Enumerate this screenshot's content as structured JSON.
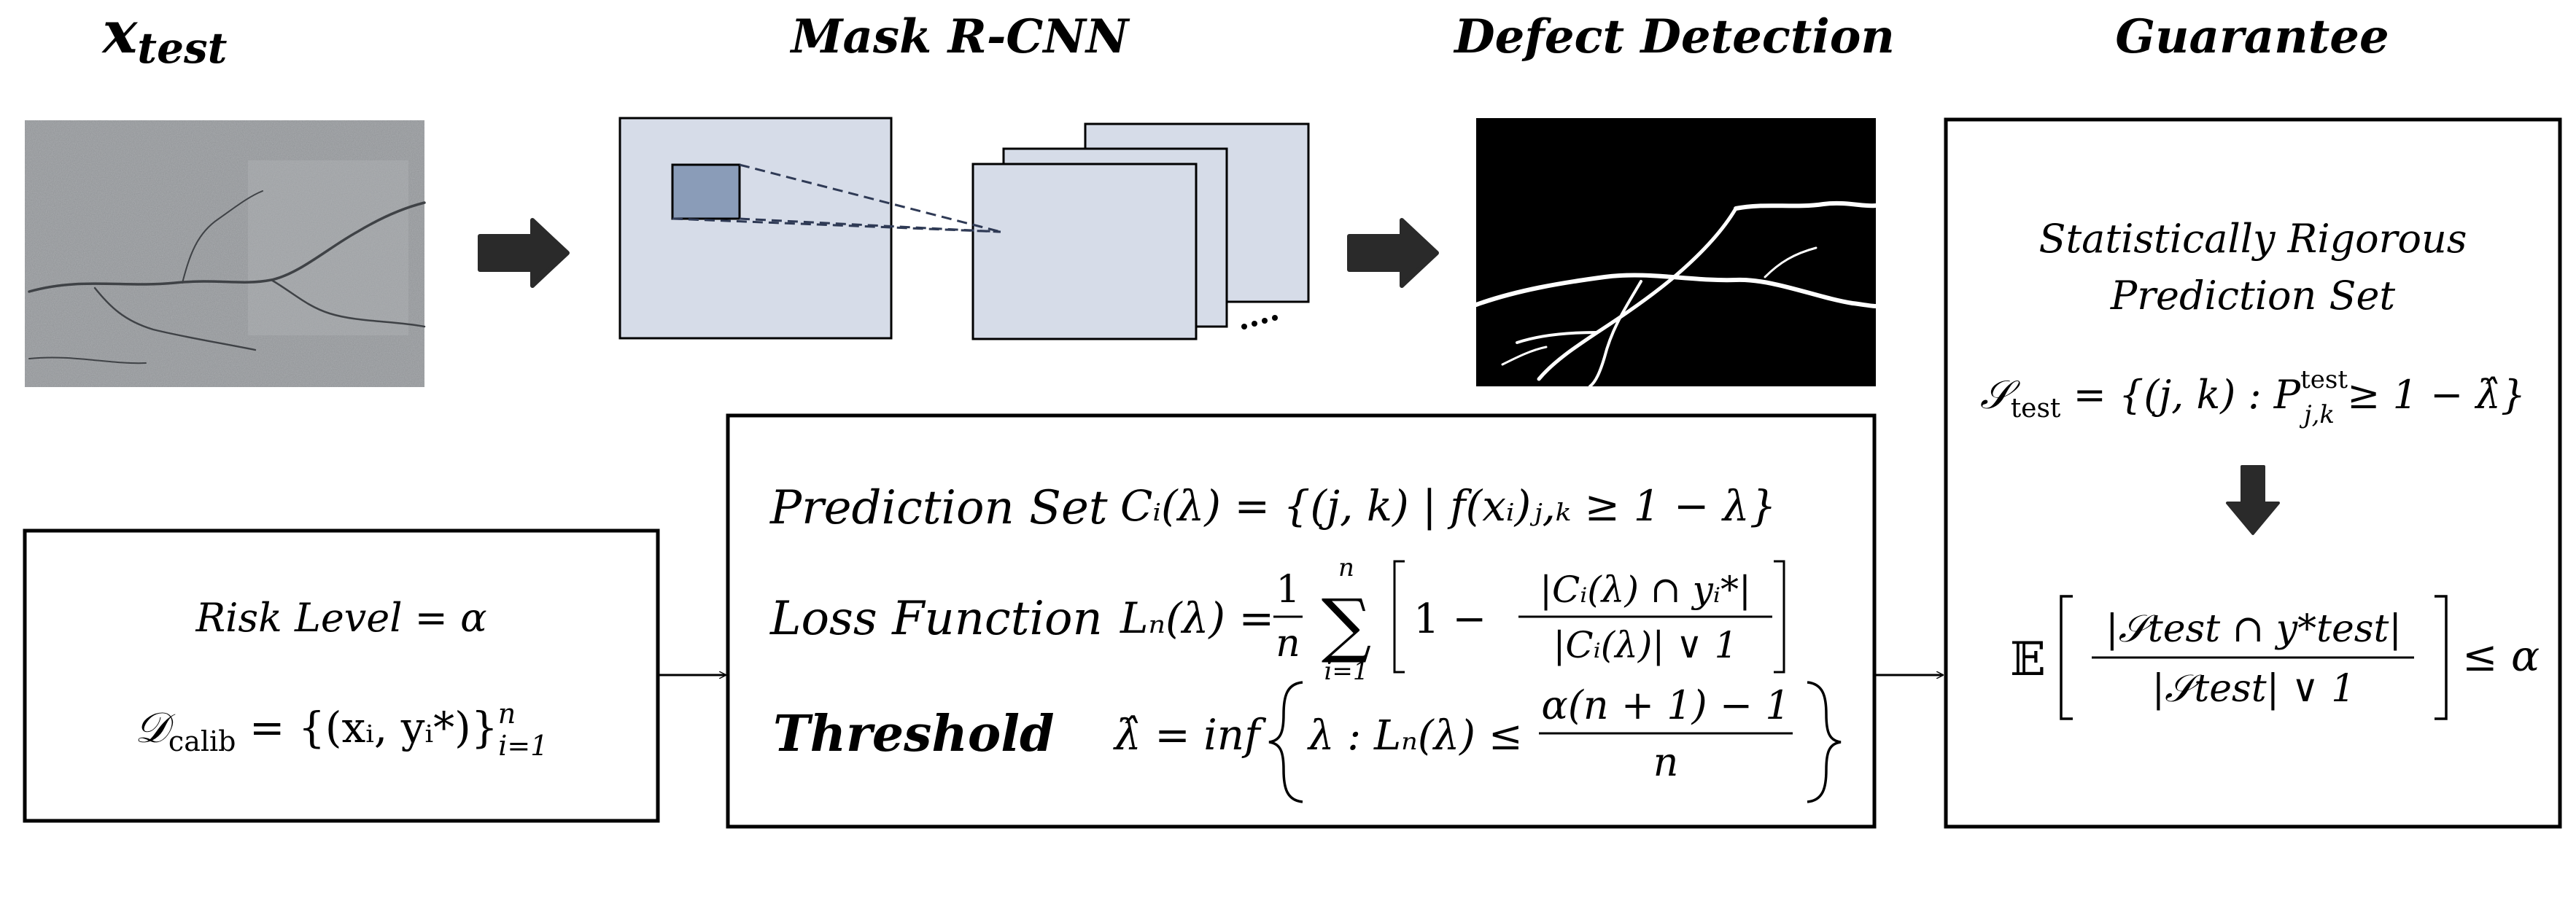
{
  "headers": {
    "input": "x",
    "input_subscript": "test",
    "model": "Mask R-CNN",
    "output": "Defect Detection",
    "guarantee": "Guarantee"
  },
  "calibration": {
    "risk_level": "Risk Level = α",
    "dataset_D": "𝒟",
    "dataset_sub": "calib",
    "dataset_rest": " = {(xᵢ, yᵢ*)}",
    "dataset_sup": "n",
    "dataset_sub2": "i=1"
  },
  "procedure": {
    "prediction_set_label": "Prediction Set",
    "prediction_set_formula": "Cᵢ(λ) = {(j, k) | f(xᵢ)ⱼ,ₖ ≥ 1 − λ}",
    "loss_label": "Loss Function",
    "loss_lhs": "Lₙ(λ) =",
    "loss_frac_num": "1",
    "loss_frac_den": "n",
    "loss_sum": "∑",
    "loss_sum_top": "n",
    "loss_sum_bottom": "i=1",
    "loss_bracket_term": "1 −",
    "loss_num": "|Cᵢ(λ) ∩ yᵢ*|",
    "loss_den": "|Cᵢ(λ)| ∨ 1",
    "threshold_label": "Threshold",
    "threshold_lhs": "λ̂ = inf",
    "threshold_cond": "λ : Lₙ(λ) ≤",
    "threshold_num": "α(n + 1) − 1",
    "threshold_den": "n"
  },
  "guarantee": {
    "title_line1": "Statistically Rigorous",
    "title_line2": "Prediction Set",
    "set_S": "𝒮",
    "set_sub": "test",
    "set_rest": " = {(j, k) : P",
    "set_P_sup": "test",
    "set_P_sub": "j,k",
    "set_tail": " ≥ 1 − λ̂}",
    "expect_E": "𝔼",
    "expect_num": "|𝒮test ∩ y*test|",
    "expect_den": "|𝒮test| ∨ 1",
    "expect_rhs": "≤ α"
  },
  "colors": {
    "panel_fill": "#d6dce8",
    "roi_fill": "#8a9cb8",
    "ink": "#000000",
    "road": "#8e9194"
  }
}
